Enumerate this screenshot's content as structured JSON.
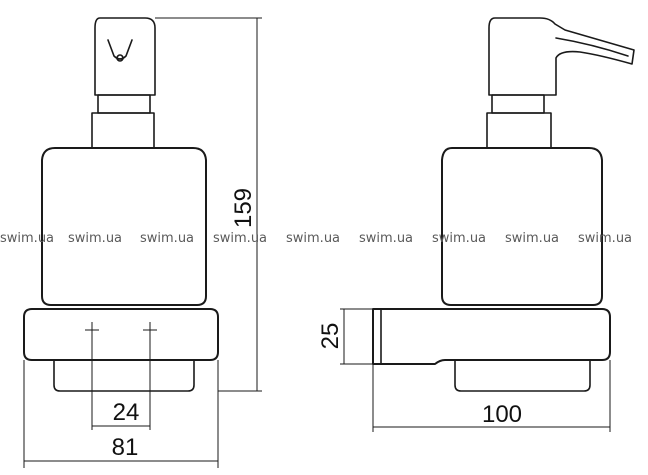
{
  "dimensions": {
    "total_height": "159",
    "base_height": "25",
    "hole_spacing": "24",
    "base_width": "81",
    "projection": "100"
  },
  "watermark": {
    "text": "swim.ua",
    "color": "#5a5a5a",
    "repeat_count": 9
  },
  "colors": {
    "line": "#1a1a1a",
    "background": "#ffffff"
  }
}
